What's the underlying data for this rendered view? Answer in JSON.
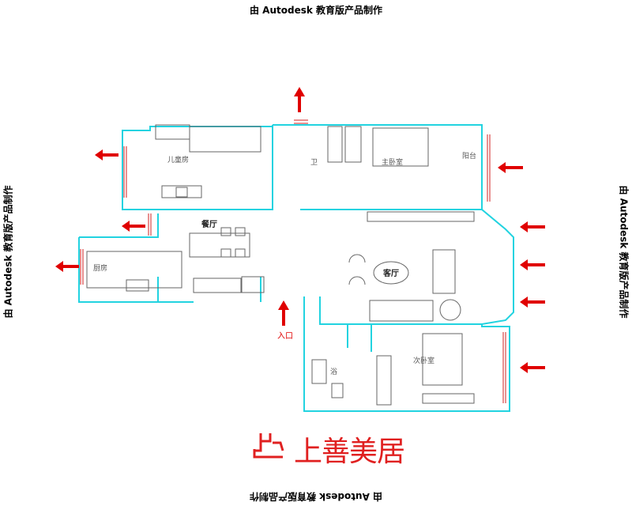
{
  "watermark": "由 Autodesk 教育版产品制作",
  "rooms": {
    "kids_room": "儿童房",
    "master_bedroom": "主卧室",
    "balcony": "阳台",
    "dining": "餐厅",
    "kitchen": "厨房",
    "living": "客厅",
    "second_bedroom": "次卧室",
    "bath": "卫",
    "bath2": "浴"
  },
  "entrance": "入口",
  "logo": {
    "text": "上善美居",
    "mark": "sh"
  },
  "colors": {
    "wall": "#22d3e0",
    "arrow": "#e00000",
    "window": "#d02020",
    "furniture": "#666666"
  }
}
